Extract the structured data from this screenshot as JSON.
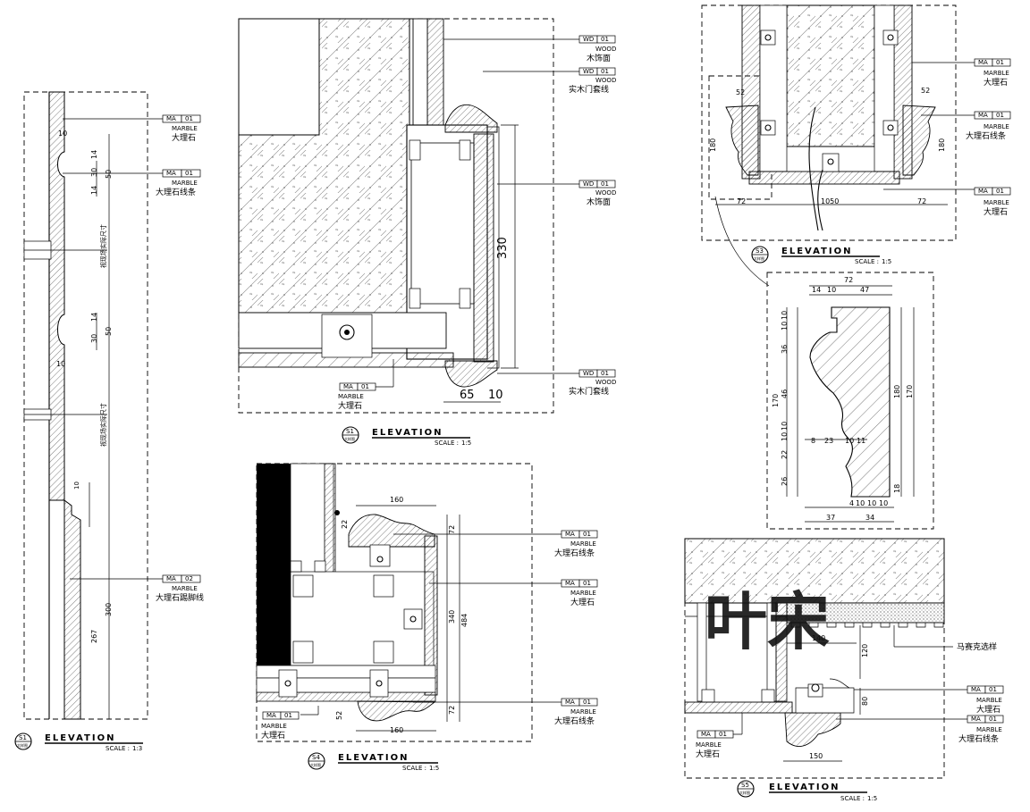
{
  "views": {
    "s1": {
      "bubble_top": "S1",
      "bubble_bottom": "大样图",
      "header": "ELEVATION",
      "scale_label": "SCALE :",
      "scale_value": "1:3",
      "dims": {
        "a": "10",
        "b": "14",
        "c": "30",
        "d": "50",
        "e": "14",
        "f": "30",
        "g": "50",
        "h": "10",
        "i": "267",
        "j": "300",
        "k": "10",
        "l": "14"
      },
      "side_notes": [
        "视现场实际尺寸",
        "视现场实际尺寸"
      ],
      "tags": [
        {
          "code": "MA",
          "num": "01",
          "en": "MARBLE",
          "zh": "大理石"
        },
        {
          "code": "MA",
          "num": "01",
          "en": "MARBLE",
          "zh": "大理石线条"
        },
        {
          "code": "MA",
          "num": "02",
          "en": "MARBLE",
          "zh": "大理石踢脚线"
        }
      ]
    },
    "s1b": {
      "bubble_top": "S1",
      "bubble_bottom": "大样图",
      "header": "ELEVATION",
      "scale_label": "SCALE :",
      "scale_value": "1:5",
      "dims": {
        "h": "330",
        "w1": "65",
        "w2": "10"
      },
      "tags": [
        {
          "code": "WD",
          "num": "01",
          "en": "WOOD",
          "zh": "木饰面"
        },
        {
          "code": "WD",
          "num": "01",
          "en": "WOOD",
          "zh": "实木门套线"
        },
        {
          "code": "WD",
          "num": "01",
          "en": "WOOD",
          "zh": "木饰面"
        },
        {
          "code": "WD",
          "num": "01",
          "en": "WOOD",
          "zh": "实木门套线"
        },
        {
          "code": "MA",
          "num": "01",
          "en": "MARBLE",
          "zh": "大理石"
        }
      ]
    },
    "s3": {
      "bubble_top": "S3",
      "bubble_bottom": "大样图",
      "header": "ELEVATION",
      "scale_label": "SCALE :",
      "scale_value": "1:5",
      "dims": {
        "l52": "52",
        "r52": "52",
        "l180": "180",
        "r180": "180",
        "b72": "72",
        "b1050": "1050",
        "b72r": "72"
      },
      "tags": [
        {
          "code": "MA",
          "num": "01",
          "en": "MARBLE",
          "zh": "大理石"
        },
        {
          "code": "MA",
          "num": "01",
          "en": "MARBLE",
          "zh": "大理石线条"
        },
        {
          "code": "MA",
          "num": "01",
          "en": "MARBLE",
          "zh": "大理石"
        }
      ]
    },
    "profile": {
      "top": [
        "72",
        "14",
        "10",
        "47"
      ],
      "left": [
        "10",
        "10",
        "36",
        "46",
        "10",
        "10",
        "22",
        "26"
      ],
      "left_total": "170",
      "right_inner": "180",
      "right_outer": "170",
      "mid": [
        "8",
        "23",
        "10",
        "11"
      ],
      "bottom": [
        "37",
        "4",
        "10",
        "10",
        "10",
        "34"
      ],
      "small_r": "18"
    },
    "s4": {
      "bubble_top": "S4",
      "bubble_bottom": "大样图",
      "header": "ELEVATION",
      "scale_label": "SCALE :",
      "scale_value": "1:5",
      "dims": {
        "top160": "160",
        "t22": "22",
        "r72a": "72",
        "r340": "340",
        "r484": "484",
        "r72b": "72",
        "b52": "52",
        "b160": "160"
      },
      "tags": [
        {
          "code": "MA",
          "num": "01",
          "en": "MARBLE",
          "zh": "大理石线条"
        },
        {
          "code": "MA",
          "num": "01",
          "en": "MARBLE",
          "zh": "大理石"
        },
        {
          "code": "MA",
          "num": "01",
          "en": "MARBLE",
          "zh": "大理石线条"
        },
        {
          "code": "MA",
          "num": "01",
          "en": "MARBLE",
          "zh": "大理石"
        }
      ]
    },
    "s5": {
      "bubble_top": "S5",
      "bubble_bottom": "大样图",
      "header": "ELEVATION",
      "scale_label": "SCALE :",
      "scale_value": "1:5",
      "dims": {
        "d140": "140",
        "d120": "120",
        "d80": "80",
        "d150": "150"
      },
      "mosaic_note": "马赛克选样",
      "tags": [
        {
          "code": "MA",
          "num": "01",
          "en": "MARBLE",
          "zh": "大理石"
        },
        {
          "code": "MA",
          "num": "01",
          "en": "MARBLE",
          "zh": "大理石线条"
        },
        {
          "code": "MA",
          "num": "01",
          "en": "MARBLE",
          "zh": "大理石"
        }
      ]
    }
  },
  "watermark": "叶宋"
}
